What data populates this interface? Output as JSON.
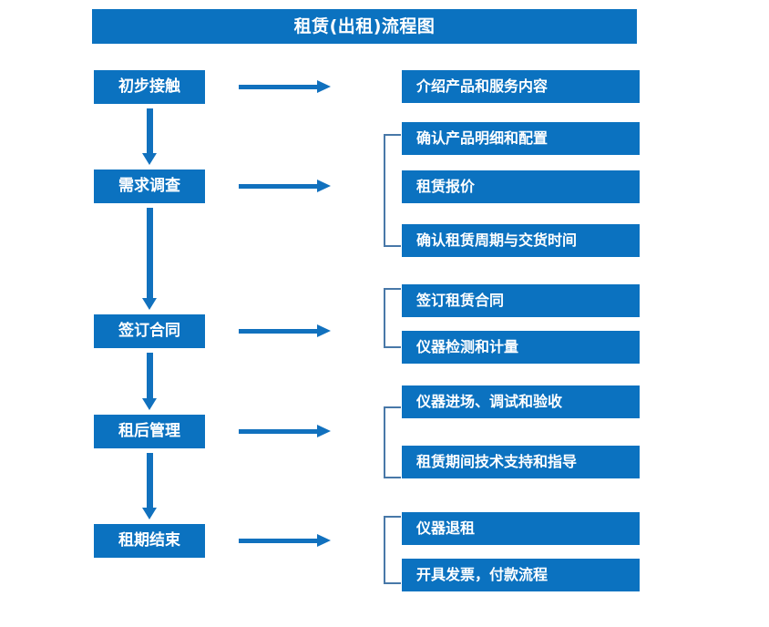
{
  "title": "租赁(出租)流程图",
  "theme": {
    "box_blue": "#0B72C0",
    "arrow_blue": "#1171BE",
    "bracket_blue": "#4878A8",
    "text_white": "#FFFFFF",
    "background": "#FFFFFF"
  },
  "stages": [
    {
      "label": "初步接触"
    },
    {
      "label": "需求调查"
    },
    {
      "label": "签订合同"
    },
    {
      "label": "租后管理"
    },
    {
      "label": "租期结束"
    }
  ],
  "details": [
    {
      "label": "介绍产品和服务内容"
    },
    {
      "label": "确认产品明细和配置"
    },
    {
      "label": "租赁报价"
    },
    {
      "label": "确认租赁周期与交货时间"
    },
    {
      "label": "签订租赁合同"
    },
    {
      "label": "仪器检测和计量"
    },
    {
      "label": "仪器进场、调试和验收"
    },
    {
      "label": "租赁期间技术支持和指导"
    },
    {
      "label": "仪器退租"
    },
    {
      "label": "开具发票，付款流程"
    }
  ],
  "chart_data": {
    "type": "flowchart",
    "title": "租赁(出租)流程图",
    "orientation": "vertical",
    "nodes": [
      {
        "stage": "初步接触",
        "details": [
          "介绍产品和服务内容"
        ],
        "grouped": false
      },
      {
        "stage": "需求调查",
        "details": [
          "确认产品明细和配置",
          "租赁报价",
          "确认租赁周期与交货时间"
        ],
        "grouped": true
      },
      {
        "stage": "签订合同",
        "details": [
          "签订租赁合同",
          "仪器检测和计量"
        ],
        "grouped": true
      },
      {
        "stage": "租后管理",
        "details": [
          "仪器进场、调试和验收",
          "租赁期间技术支持和指导"
        ],
        "grouped": true
      },
      {
        "stage": "租期结束",
        "details": [
          "仪器退租",
          "开具发票，付款流程"
        ],
        "grouped": true
      }
    ],
    "edges": [
      {
        "from": "初步接触",
        "to": "需求调查",
        "direction": "down"
      },
      {
        "from": "需求调查",
        "to": "签订合同",
        "direction": "down"
      },
      {
        "from": "签订合同",
        "to": "租后管理",
        "direction": "down"
      },
      {
        "from": "租后管理",
        "to": "租期结束",
        "direction": "down"
      },
      {
        "from": "初步接触",
        "to": "介绍产品和服务内容",
        "direction": "right"
      },
      {
        "from": "需求调查",
        "to": "确认产品明细和配置",
        "direction": "right"
      },
      {
        "from": "签订合同",
        "to": "签订租赁合同",
        "direction": "right"
      },
      {
        "from": "租后管理",
        "to": "仪器进场、调试和验收",
        "direction": "right"
      },
      {
        "from": "租期结束",
        "to": "仪器退租",
        "direction": "right"
      }
    ]
  }
}
